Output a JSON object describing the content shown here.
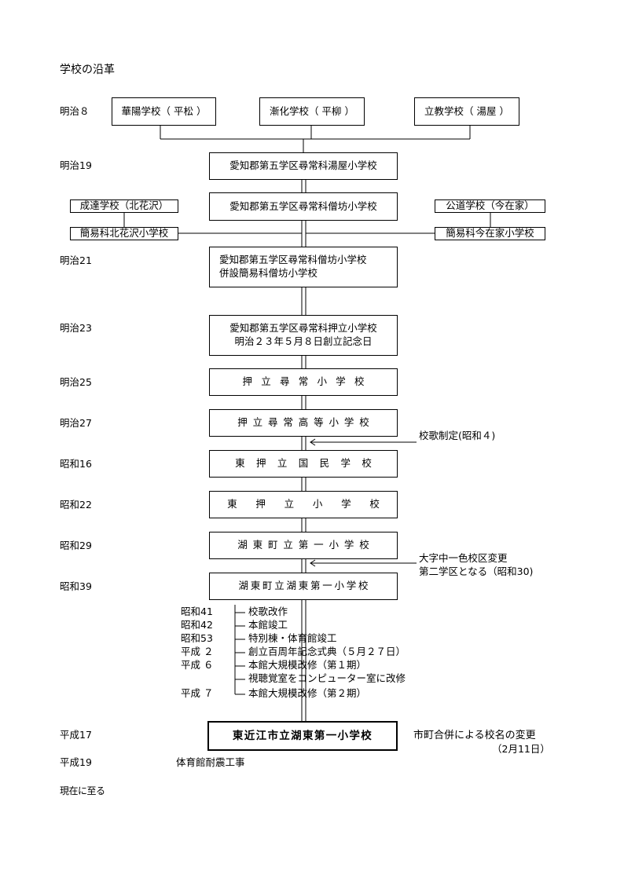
{
  "page_title": "学校の沿革",
  "eras": {
    "m8": "明治８",
    "m19": "明治19",
    "m21": "明治21",
    "m23": "明治23",
    "m25": "明治25",
    "m27": "明治27",
    "s16": "昭和16",
    "s22": "昭和22",
    "s29": "昭和29",
    "s39": "昭和39",
    "h17": "平成17",
    "h19": "平成19",
    "current": "現在に至る"
  },
  "origin_schools": [
    "華陽学校（ 平松 ）",
    "漸化学校（ 平柳 ）",
    "立教学校（ 湯屋 ）"
  ],
  "side_schools": {
    "left_top": "成達学校（北花沢）",
    "left_bottom": "簡易科北花沢小学校",
    "right_top": "公道学校（今在家）",
    "right_bottom": "簡易科今在家小学校"
  },
  "main_schools": {
    "m19": "愛知郡第五学区尋常科湯屋小学校",
    "m19b": "愛知郡第五学区尋常科僧坊小学校",
    "m21_line1": "愛知郡第五学区尋常科僧坊小学校",
    "m21_line2": "併設簡易科僧坊小学校",
    "m23_line1": "愛知郡第五学区尋常科押立小学校",
    "m23_line2": "明治２３年５月８日創立記念日",
    "m25": "押立尋常小学校",
    "m27": "押立尋常高等小学校",
    "s16": "東押立国民学校",
    "s22": "東押立小学校",
    "s29": "湖東町立第一小学校",
    "s39": "湖東町立湖東第一小学校",
    "h17": "東近江市立湖東第一小学校"
  },
  "annotations": {
    "school_song": "校歌制定(昭和４)",
    "district_line1": "大字中一色校区変更",
    "district_line2": "第二学区となる（昭和30)",
    "merger_line1": "市町合併による校名の変更",
    "merger_line2": "（2月11日）"
  },
  "events": [
    {
      "era": "昭和41",
      "text": "校歌改作"
    },
    {
      "era": "昭和42",
      "text": "本館竣工"
    },
    {
      "era": "昭和53",
      "text": "特別棟・体育館竣工"
    },
    {
      "era": "平成 ２",
      "text": "創立百周年記念式典（５月２７日）"
    },
    {
      "era": "平成 ６",
      "text": "本館大規模改修（第１期）"
    },
    {
      "era": "",
      "text": "視聴覚室をコンピューター室に改修"
    },
    {
      "era": "平成 ７",
      "text": "本館大規模改修（第２期）"
    }
  ],
  "h19_event": "体育館耐震工事"
}
